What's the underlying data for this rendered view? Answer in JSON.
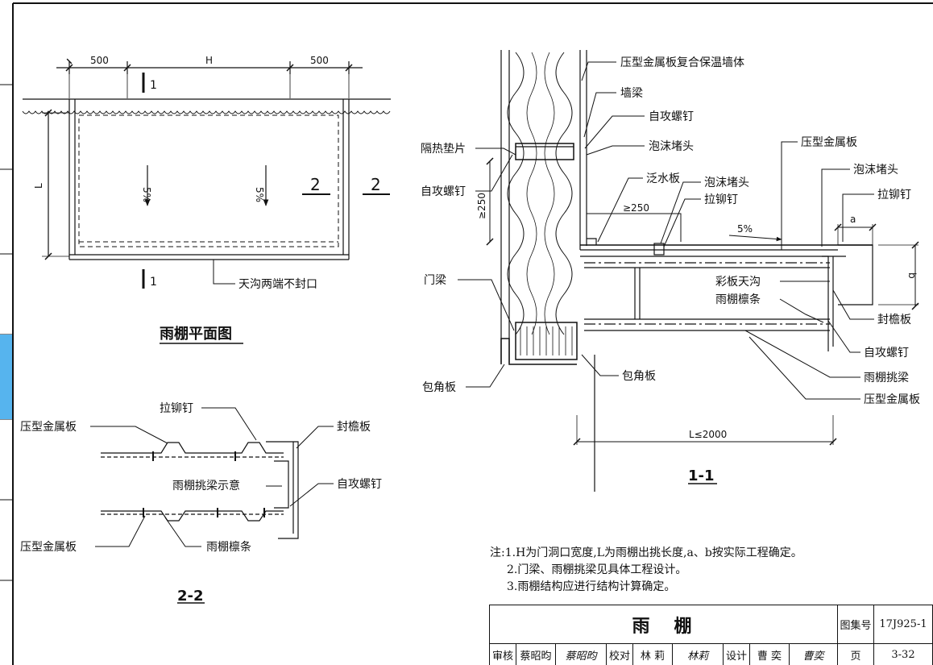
{
  "plan": {
    "dim_left": "500",
    "dim_mid": "H",
    "dim_right": "500",
    "dim_depth": "L",
    "cut_top": "1",
    "cut_bottom": "1",
    "slope1": "5%",
    "slope2": "5%",
    "section_mark_left": "2",
    "section_mark_right": "2",
    "gutter_note": "天沟两端不封口",
    "title": "雨棚平面图"
  },
  "section11": {
    "labels": {
      "wall_panel": "压型金属板复合保温墙体",
      "wall_beam": "墙梁",
      "screw_top": "自攻螺钉",
      "insulation_pad": "隔热垫片",
      "foam_plug_top": "泡沫堵头",
      "screw_left": "自攻螺钉",
      "flashing": "泛水板",
      "foam_plug_mid": "泡沫堵头",
      "rivet_mid": "拉铆钉",
      "steel_sheet_top": "压型金属板",
      "foam_plug_right": "泡沫堵头",
      "rivet_right": "拉铆钉",
      "door_beam": "门梁",
      "gutter": "彩板天沟",
      "purlin": "雨棚檩条",
      "fascia": "封檐板",
      "screw_right": "自攻螺钉",
      "cantilever_beam": "雨棚挑梁",
      "steel_sheet_bottom": "压型金属板",
      "corner_trim_left": "包角板",
      "corner_trim_mid": "包角板"
    },
    "dim_250_v": "≥250",
    "dim_250_h": "≥250",
    "slope": "5%",
    "dim_a": "a",
    "dim_b": "b",
    "dim_L": "L≤2000",
    "title": "1-1"
  },
  "section22": {
    "labels": {
      "rivet": "拉铆钉",
      "fascia": "封檐板",
      "steel_sheet_top": "压型金属板",
      "beam_note": "雨棚挑梁示意",
      "screw": "自攻螺钉",
      "steel_sheet_bottom": "压型金属板",
      "purlin": "雨棚檩条"
    },
    "title": "2-2"
  },
  "notes": [
    "注:1.H为门洞口宽度,L为雨棚出挑长度,a、b按实际工程确定。",
    "2.门梁、雨棚挑梁见具体工程设计。",
    "3.雨棚结构应进行结构计算确定。"
  ],
  "titleblock": {
    "title": "雨　棚",
    "atlas_label": "图集号",
    "atlas_no": "17J925-1",
    "page_label": "页",
    "page_no": "3-32",
    "review_label": "审核",
    "review_name": "蔡昭昀",
    "review_sig": "蔡昭昀",
    "check_label": "校对",
    "check_name": "林 莉",
    "check_sig": "林莉",
    "design_label": "设计",
    "design_name": "曹 奕",
    "design_sig": "曹奕"
  },
  "colors": {
    "sidebar_highlight": "#56b4ee",
    "line": "#111111"
  }
}
